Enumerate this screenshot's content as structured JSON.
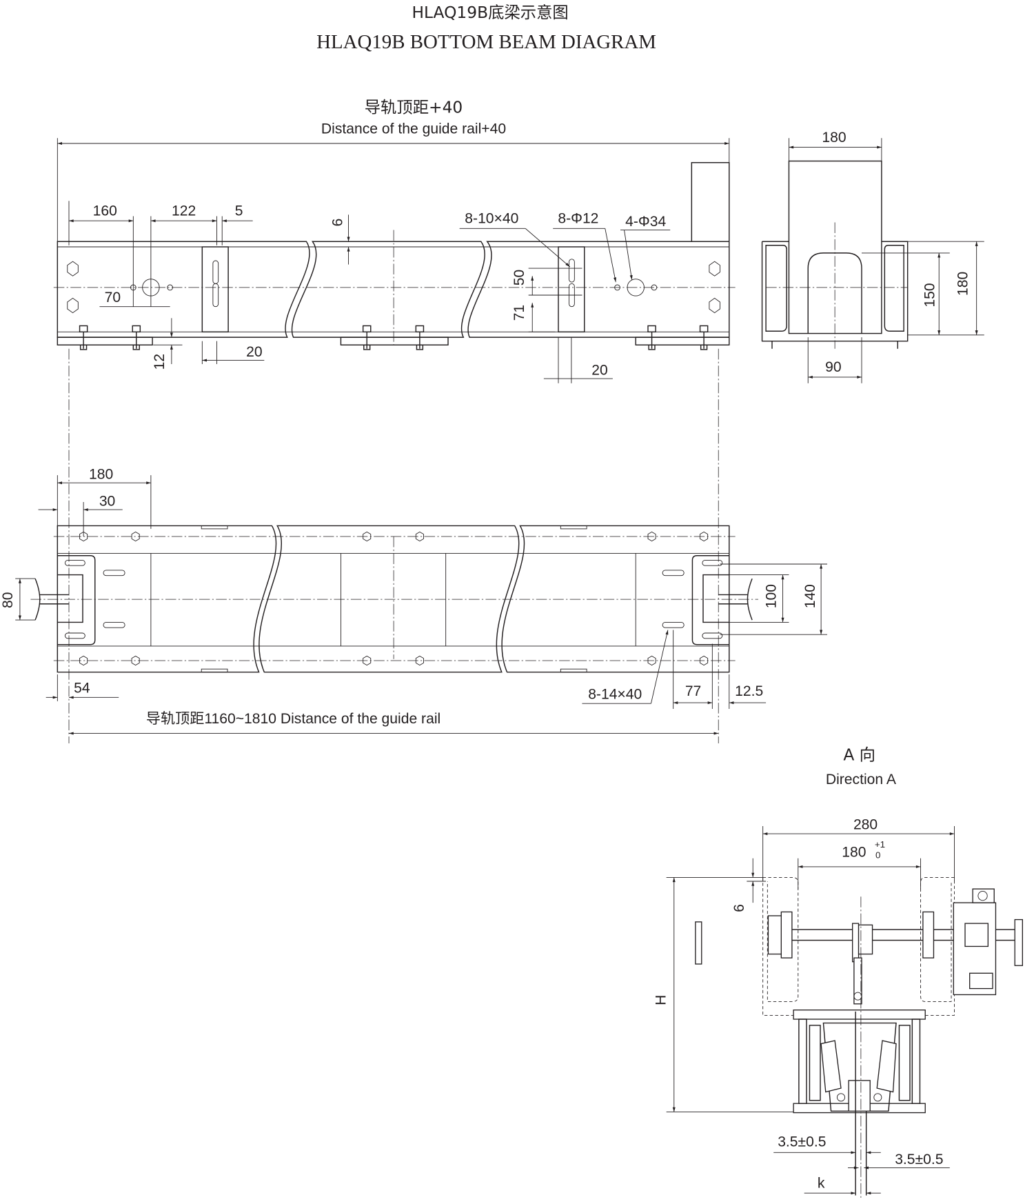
{
  "title": {
    "cn": "HLAQ19B底梁示意图",
    "en": "HLAQ19B  BOTTOM BEAM DIAGRAM"
  },
  "front_view": {
    "overall_cn": "导轨顶距+40",
    "overall_en": "Distance of the guide rail+40",
    "dims": {
      "d160": "160",
      "d122": "122",
      "d5": "5",
      "d6": "6",
      "d70": "70",
      "d12": "12",
      "d20a": "20",
      "d50": "50",
      "d71": "71",
      "d20b": "20"
    },
    "callouts": {
      "slots": "8-10×40",
      "small_holes": "8-Φ12",
      "large_holes": "4-Φ34"
    }
  },
  "side_view": {
    "dims": {
      "w180": "180",
      "h150": "150",
      "h180": "180",
      "w90": "90"
    }
  },
  "plan_view": {
    "dims": {
      "d180": "180",
      "d30": "30",
      "d80": "80",
      "d100": "100",
      "d140": "140",
      "d54": "54",
      "d77": "77",
      "d12_5": "12.5"
    },
    "callout_slots": "8-14×40",
    "guide_rail_label": "导轨顶距1160~1810 Distance of the guide rail"
  },
  "direction_a": {
    "label_cn": "A 向",
    "label_en": "Direction A",
    "dims": {
      "w280": "280",
      "w180": "180",
      "tol_upper": "+1",
      "tol_lower": "0",
      "d6": "6",
      "H": "H",
      "gap_left": "3.5±0.5",
      "gap_right": "3.5±0.5",
      "k": "k"
    }
  }
}
